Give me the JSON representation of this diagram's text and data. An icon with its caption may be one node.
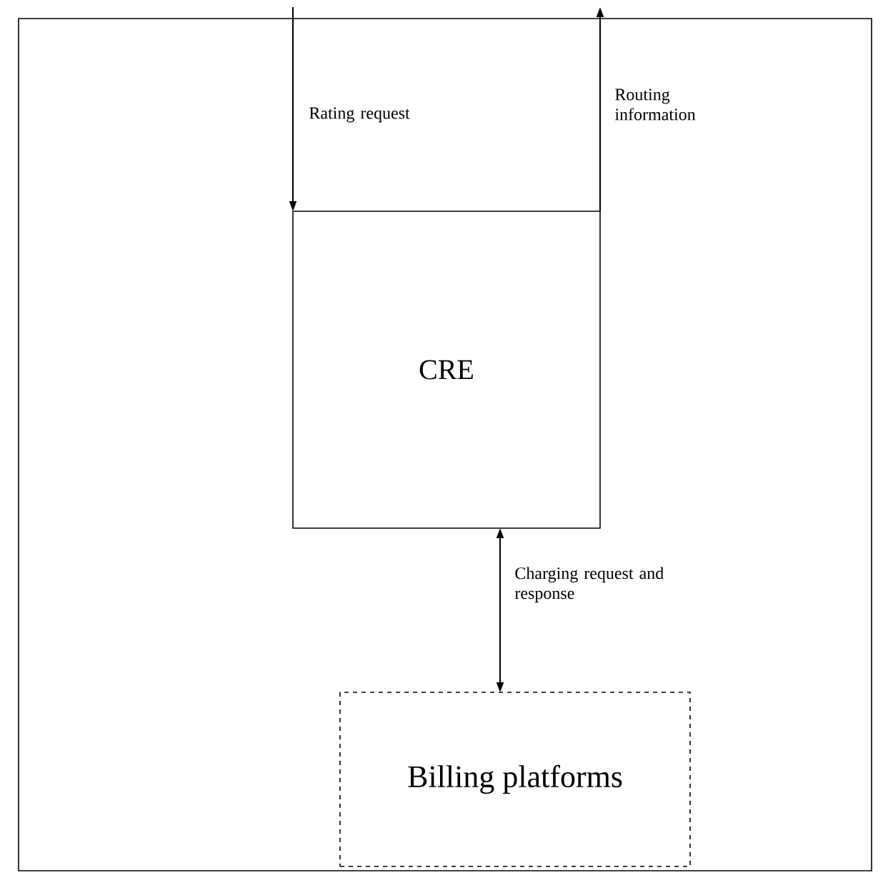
{
  "diagram": {
    "nodes": [
      {
        "text": [
          "CRE"
        ]
      },
      {
        "text": [
          "Billing platforms"
        ]
      }
    ],
    "edges": [
      {
        "from": null,
        "to": 0,
        "arrow": "to",
        "label": "Rating request"
      },
      {
        "from": 0,
        "to": null,
        "arrow": "to",
        "label": "Routing information"
      },
      {
        "from": 0,
        "to": 1,
        "arrow": "both",
        "label": "Charging request and response"
      }
    ]
  }
}
